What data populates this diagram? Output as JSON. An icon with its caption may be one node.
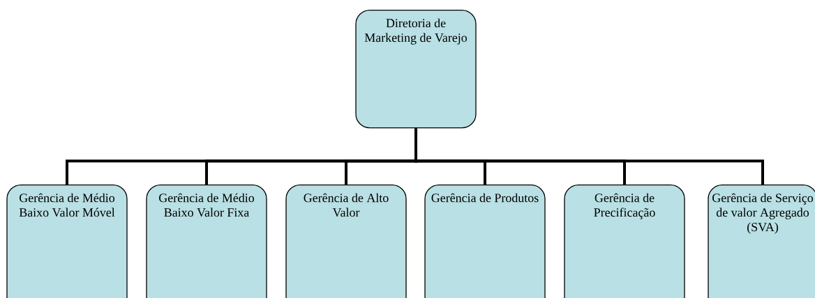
{
  "diagram": {
    "nodes": [
      {
        "text": [
          "Diretoria de Marketing de Varejo"
        ]
      },
      {
        "text": [
          "Gerência de Médio Baixo Valor Móvel"
        ]
      },
      {
        "text": [
          "Gerência de Médio Baixo Valor Fixa"
        ]
      },
      {
        "text": [
          "Gerência de Alto Valor"
        ]
      },
      {
        "text": [
          "Gerência de Produtos"
        ]
      },
      {
        "text": [
          "Gerência de Precificação"
        ]
      },
      {
        "text": [
          "Gerência de Serviço de valor Agregado (SVA)"
        ]
      }
    ],
    "edges": [
      {
        "from": 0,
        "to": 1,
        "arrow": "none"
      },
      {
        "from": 0,
        "to": 2,
        "arrow": "none"
      },
      {
        "from": 0,
        "to": 3,
        "arrow": "none"
      },
      {
        "from": 0,
        "to": 4,
        "arrow": "none"
      },
      {
        "from": 0,
        "to": 5,
        "arrow": "none"
      },
      {
        "from": 0,
        "to": 6,
        "arrow": "none"
      }
    ]
  }
}
